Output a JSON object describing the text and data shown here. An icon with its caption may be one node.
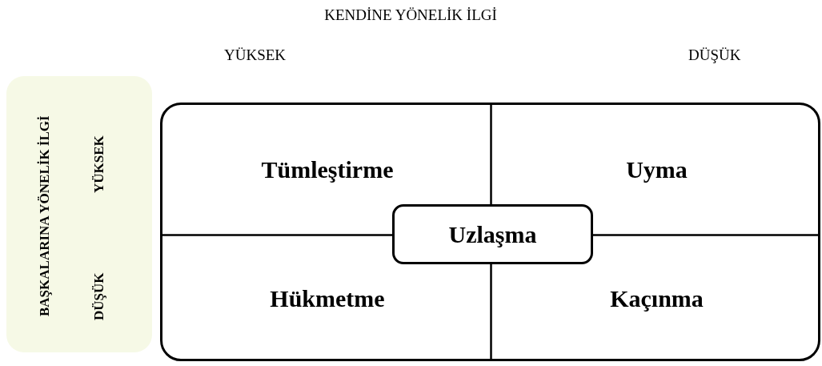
{
  "diagram": {
    "nodes": [
      {
        "text": [
          "BAŞKALARINA YÖNELİK İLGİ",
          "YÜKSEK",
          "DÜŞÜK"
        ]
      },
      {
        "text": [],
        "shape": "box"
      },
      {
        "text": [
          "Tümleştirme"
        ],
        "in": 1
      },
      {
        "text": [
          "Uyma"
        ],
        "in": 1
      },
      {
        "text": [
          "Hükmetme"
        ],
        "in": 1
      },
      {
        "text": [
          "Kaçınma"
        ],
        "in": 1
      },
      {
        "text": [
          "Uzlaşma"
        ],
        "in": 1
      }
    ],
    "labels": [
      "KENDİNE YÖNELİK İLGİ",
      "YÜKSEK",
      "DÜŞÜK"
    ]
  }
}
